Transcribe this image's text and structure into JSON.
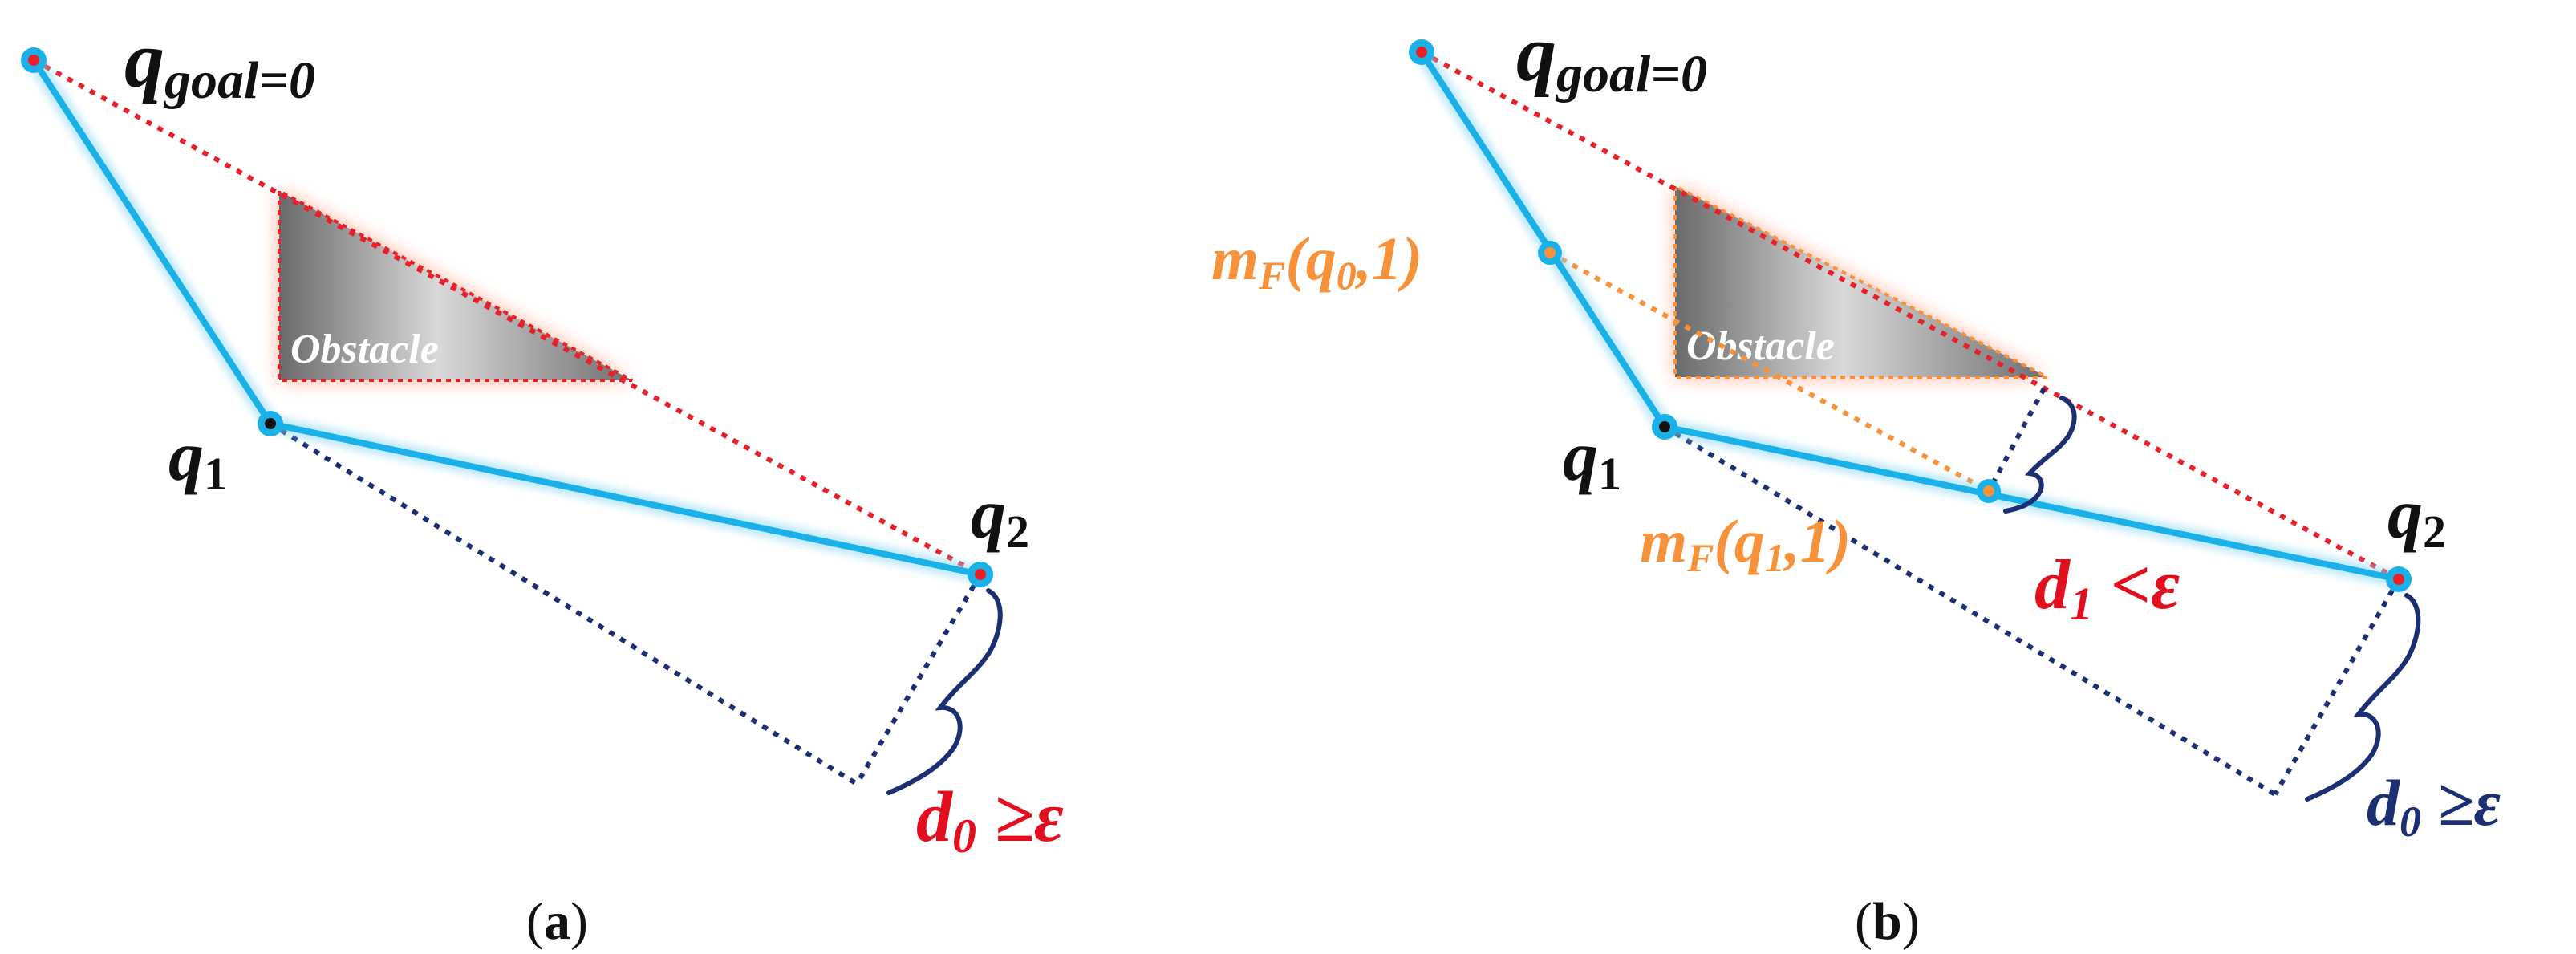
{
  "colors": {
    "path": "#1ab0e8",
    "goal_line": "#e8202a",
    "perp_line": "#1c2f72",
    "midpoint_line": "#f7923a",
    "obstacle_glow": "#ff6a3d",
    "text_dark": "#111111",
    "text_red": "#e2101e",
    "text_orange": "#f7923a",
    "text_navy": "#1c2f72"
  },
  "panel_a": {
    "goal": "q",
    "goal_sub": "goal=0",
    "q1": "q",
    "q1_sub": "1",
    "q2": "q",
    "q2_sub": "2",
    "obstacle": "Obstacle",
    "d0": "d",
    "d0_sub": "0",
    "d0_rel": " ≥ε",
    "caption_open": "(",
    "caption_letter": "a",
    "caption_close": ")"
  },
  "panel_b": {
    "goal": "q",
    "goal_sub": "goal=0",
    "q1": "q",
    "q1_sub": "1",
    "q2": "q",
    "q2_sub": "2",
    "obstacle": "Obstacle",
    "m0_a": "m",
    "m0_sub": "F",
    "m0_b": "(q",
    "m0_sub2": "0",
    "m0_c": ",1)",
    "m1_a": "m",
    "m1_sub": "F",
    "m1_b": "(q",
    "m1_sub2": "1",
    "m1_c": ",1)",
    "d1": "d",
    "d1_sub": "1",
    "d1_rel": " <ε",
    "d0": "d",
    "d0_sub": "0",
    "d0_rel": " ≥ε",
    "caption_open": "(",
    "caption_letter": "b",
    "caption_close": ")"
  }
}
